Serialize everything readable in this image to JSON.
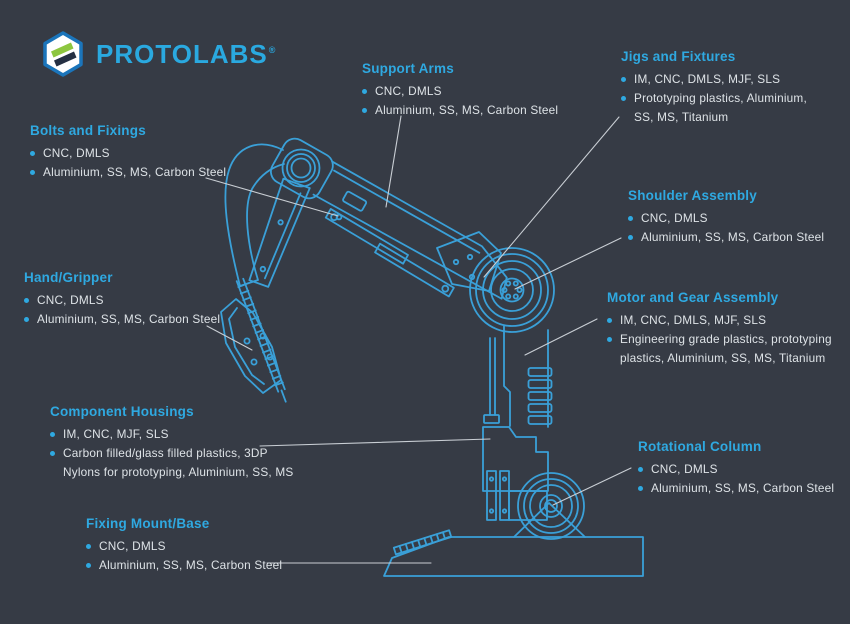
{
  "logo": {
    "text": "PROTOLABS",
    "mark": "®"
  },
  "colors": {
    "background": "#363B45",
    "drawing_blue": "#3AA0D8",
    "heading_cyan": "#2FA9E1",
    "body_text": "#DEE3E7",
    "leader_line": "#C9CED4",
    "logo_blue": "#2AA9E0",
    "logo_hex_border": "#1B75BB",
    "logo_green": "#8DC63F",
    "logo_dark": "#253043"
  },
  "diagram_subject": "robotic arm blueprint line drawing",
  "callouts": [
    {
      "key": "support-arms",
      "title": "Support Arms",
      "items": [
        {
          "text": "CNC, DMLS"
        },
        {
          "text": "Aluminium, SS, MS, Carbon Steel"
        }
      ]
    },
    {
      "key": "jigs-and-fixtures",
      "title": "Jigs and Fixtures",
      "items": [
        {
          "text": "IM, CNC, DMLS, MJF, SLS"
        },
        {
          "text": "Prototyping plastics, Aluminium,",
          "text2": "SS, MS, Titanium"
        }
      ]
    },
    {
      "key": "bolts-and-fixings",
      "title": "Bolts and Fixings",
      "items": [
        {
          "text": "CNC, DMLS"
        },
        {
          "text": "Aluminium, SS, MS, Carbon Steel"
        }
      ]
    },
    {
      "key": "shoulder-assembly",
      "title": "Shoulder Assembly",
      "items": [
        {
          "text": "CNC, DMLS"
        },
        {
          "text": "Aluminium, SS, MS, Carbon Steel"
        }
      ]
    },
    {
      "key": "hand-gripper",
      "title": "Hand/Gripper",
      "items": [
        {
          "text": "CNC, DMLS"
        },
        {
          "text": "Aluminium, SS, MS, Carbon Steel"
        }
      ]
    },
    {
      "key": "motor-and-gear-assembly",
      "title": "Motor and Gear Assembly",
      "items": [
        {
          "text": "IM, CNC, DMLS, MJF, SLS"
        },
        {
          "text": "Engineering grade plastics, prototyping",
          "text2": "plastics, Aluminium, SS, MS, Titanium"
        }
      ]
    },
    {
      "key": "component-housings",
      "title": "Component Housings",
      "items": [
        {
          "text": "IM, CNC, MJF, SLS"
        },
        {
          "text": "Carbon filled/glass filled plastics, 3DP",
          "text2": "Nylons for prototyping, Aluminium, SS, MS"
        }
      ]
    },
    {
      "key": "rotational-column",
      "title": "Rotational Column",
      "items": [
        {
          "text": "CNC, DMLS"
        },
        {
          "text": "Aluminium, SS, MS, Carbon Steel"
        }
      ]
    },
    {
      "key": "fixing-mount-base",
      "title": "Fixing Mount/Base",
      "items": [
        {
          "text": "CNC, DMLS"
        },
        {
          "text": "Aluminium, SS, MS, Carbon Steel"
        }
      ]
    }
  ]
}
